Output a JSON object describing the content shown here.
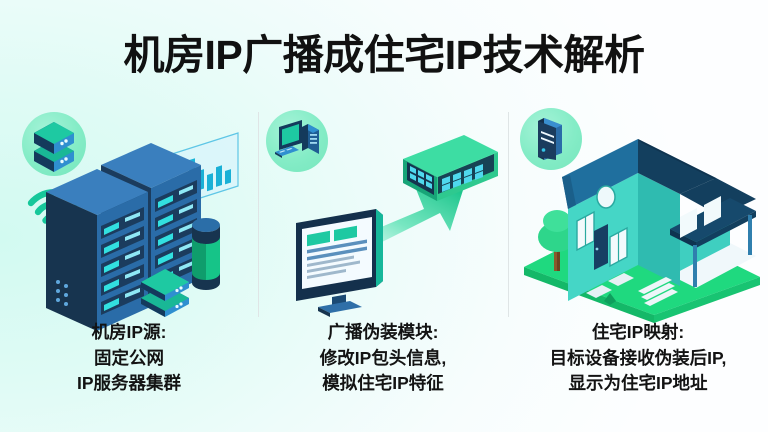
{
  "meta": {
    "bg_left": "#d2faf1",
    "bg_right": "#fdfeff",
    "accent_green": "#16c79a",
    "accent_mint": "#84ecc6",
    "accent_blue": "#1e4e79",
    "accent_cyan": "#35c6e8",
    "text_color": "#131313",
    "divider_color": "#dfe5e6"
  },
  "header": {
    "title": "机房IP广播成住宅IP技术解析"
  },
  "panels": [
    {
      "id": "datacenter-ip-source",
      "badge_icon": "stacked-server-icon",
      "illustration": "server-racks-illustration",
      "caption": {
        "line1": "机房IP源:",
        "line2": "固定公网",
        "line3": "IP服务器集群"
      },
      "elements": [
        "wifi-icon",
        "server-rack-front",
        "server-rack-back",
        "bar-chart-panel",
        "green-cylinder-server",
        "small-green-server"
      ],
      "chart_bars": [
        18,
        30,
        22,
        34,
        26
      ]
    },
    {
      "id": "broadcast-disguise-module",
      "badge_icon": "desktop-computer-icon",
      "illustration": "monitor-arrow-switch-illustration",
      "caption": {
        "line1": "广播伪装模块:",
        "line2": "修改IP包头信息,",
        "line3": "模拟住宅IP特征"
      },
      "elements": [
        "desktop-monitor",
        "green-arrow-icon",
        "network-switch"
      ]
    },
    {
      "id": "residential-ip-mapping",
      "badge_icon": "server-tower-icon",
      "illustration": "house-illustration",
      "caption": {
        "line1": "住宅IP映射:",
        "line2": "目标设备接收伪装后IP,",
        "line3": "显示为住宅IP地址"
      },
      "elements": [
        "isometric-house",
        "tree",
        "lawn-base",
        "porch",
        "front-door",
        "windows"
      ]
    }
  ]
}
